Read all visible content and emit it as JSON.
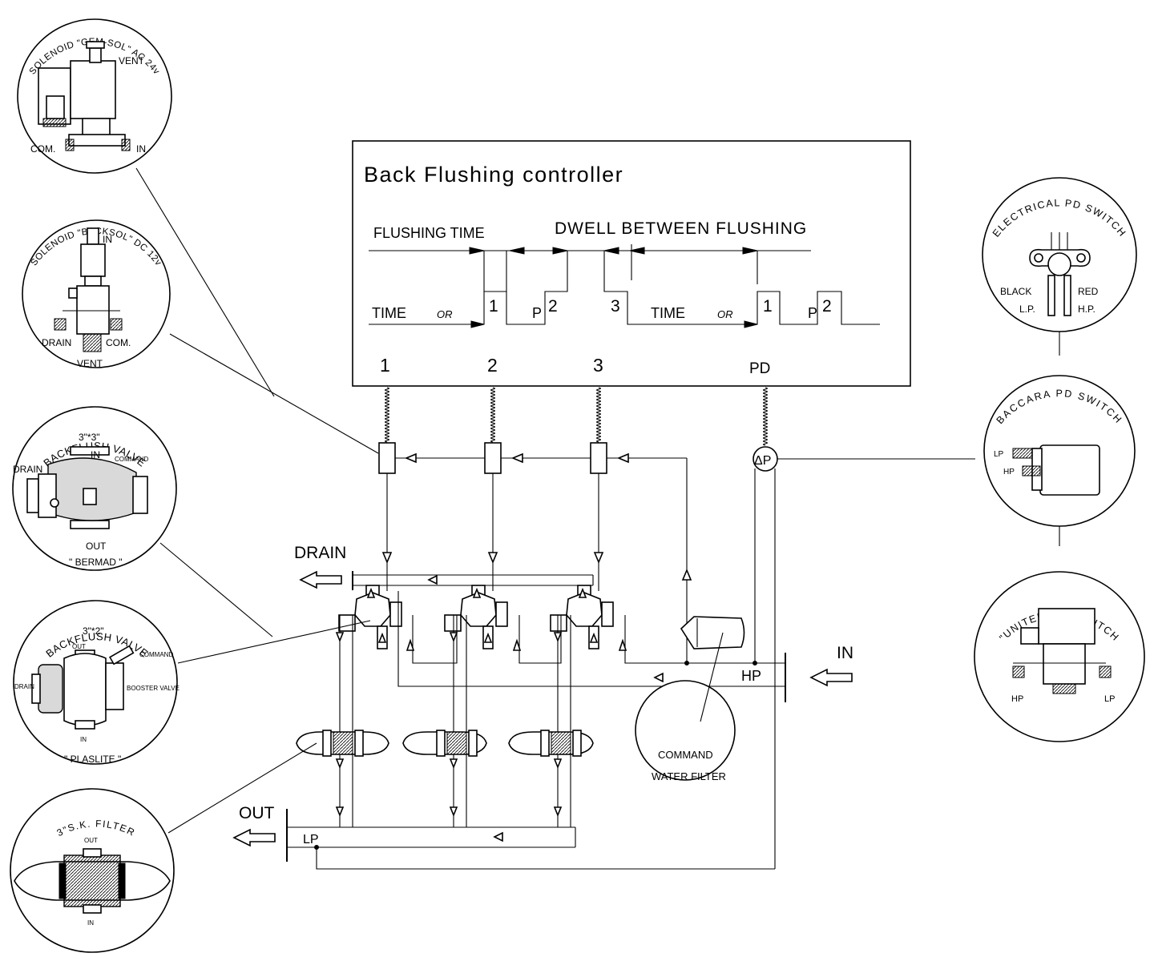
{
  "controller": {
    "title": "Back Flushing controller",
    "flushing_time": "FLUSHING TIME",
    "dwell": "DWELL BETWEEN FLUSHING",
    "time": "TIME",
    "or": "OR",
    "pulse_labels": [
      "1",
      "P",
      "2",
      "3",
      "1",
      "P",
      "2"
    ],
    "outputs": [
      "1",
      "2",
      "3",
      "PD"
    ]
  },
  "flow": {
    "drain": "DRAIN",
    "out": "OUT",
    "in": "IN",
    "hp": "HP",
    "lp": "LP",
    "dp": "ΔP"
  },
  "command_filter": [
    "COMMAND",
    "WATER FILTER"
  ],
  "callouts": {
    "gem_sol": {
      "title": "SOLENOID \"GEM-SOL\" AC 24v",
      "vent": "VENT",
      "com": "COM.",
      "in": "IN"
    },
    "backsol": {
      "title": "SOLENOID \"BACKSOL\" DC 12v",
      "in": "IN",
      "drain": "DRAIN",
      "com": "COM.",
      "vent": "VENT"
    },
    "bermad": {
      "title": "BACKFLUSH VALVE",
      "size": "3\"*3\"",
      "in": "IN",
      "drain": "DRAIN",
      "command": "COMMAND",
      "out": "OUT",
      "brand": "\" BERMAD \""
    },
    "plaslite": {
      "title": "BACKFLUSH VALVE",
      "size": "3\"*2\"",
      "out": "OUT",
      "command": "COMMAND",
      "drain": "DRAIN",
      "booster": "BOOSTER VALVE",
      "in": "IN",
      "brand": "\" PLASLITE \""
    },
    "sk_filter": {
      "title": "3\"S.K. FILTER",
      "out": "OUT",
      "in": "IN"
    },
    "electrical": {
      "title": "ELECTRICAL PD SWITCH",
      "black": "BLACK",
      "red": "RED",
      "lp": "L.P.",
      "hp": "H.P."
    },
    "baccara": {
      "title": "BACCARA PD SWITCH",
      "lp": "LP",
      "hp": "HP"
    },
    "united": {
      "title": "\"UNITED\" PD SWITCH",
      "hp": "HP",
      "lp": "LP"
    }
  }
}
